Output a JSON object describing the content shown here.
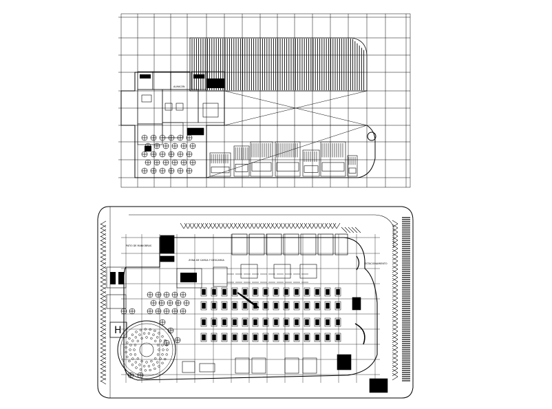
{
  "colors": {
    "background": "#ffffff",
    "line": "#000000",
    "grid": "#000000"
  },
  "plan_upper": {
    "labels": {
      "almacen": "ALMACEN"
    }
  },
  "plan_lower": {
    "labels": {
      "patio_maniobras": "PATIO DE MANIOBRAS",
      "zona_carga": "ZONA DE CARGA Y DESCARGA",
      "estacionamiento": "ESTACIONAMIENTO",
      "helipad": "H"
    }
  }
}
